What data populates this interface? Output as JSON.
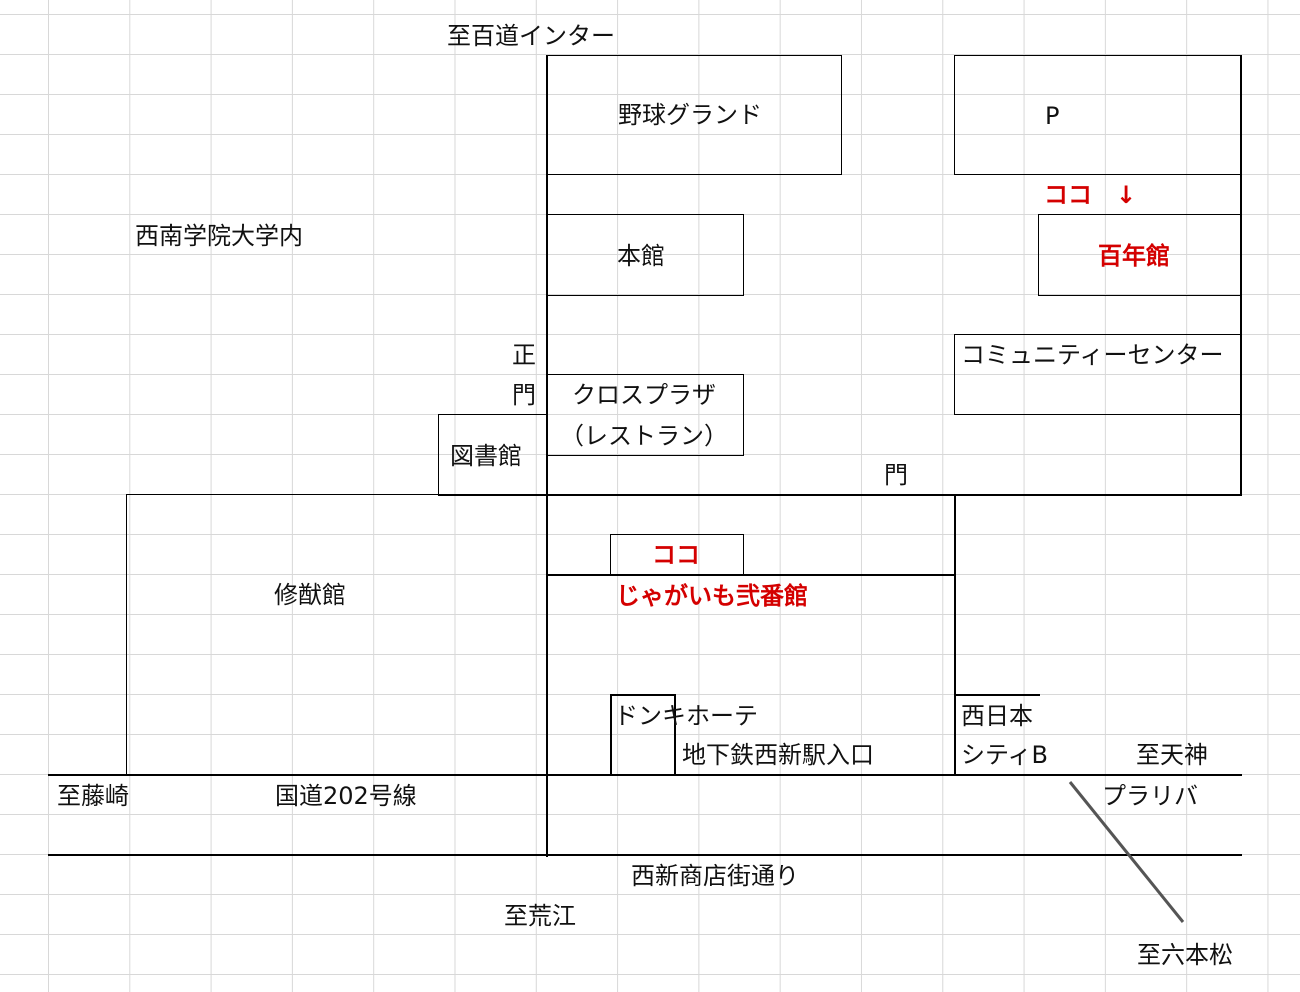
{
  "labels": {
    "to_hyakudo": "至百道インター",
    "baseball": "野球グランド",
    "parking": "P",
    "koko_arrow": "ココ　↓",
    "hyakunenkan": "百年館",
    "campus": "西南学院大学内",
    "honkan": "本館",
    "community": "コミュニティーセンター",
    "sho": "正",
    "mon1": "門",
    "cross_plaza": "クロスプラザ",
    "restaurant": "（レストラン）",
    "library": "図書館",
    "mon2": "門",
    "koko": "ココ",
    "shuyukan": "修猷館",
    "jagaimo": "じゃがいも弐番館",
    "donki": "ドンキホーテ",
    "nishinippon": "西日本",
    "subway": "地下鉄西新駅入口",
    "city_b": "シティB",
    "to_tenjin": "至天神",
    "to_fujisaki": "至藤崎",
    "route202": "国道202号線",
    "prariva": "プラリバ",
    "shoutengai": "西新商店街通り",
    "to_arae": "至荒江",
    "to_ropponmatsu": "至六本松"
  },
  "colors": {
    "highlight": "#d40000",
    "line": "#000000",
    "grid": "#d8d8d8"
  }
}
